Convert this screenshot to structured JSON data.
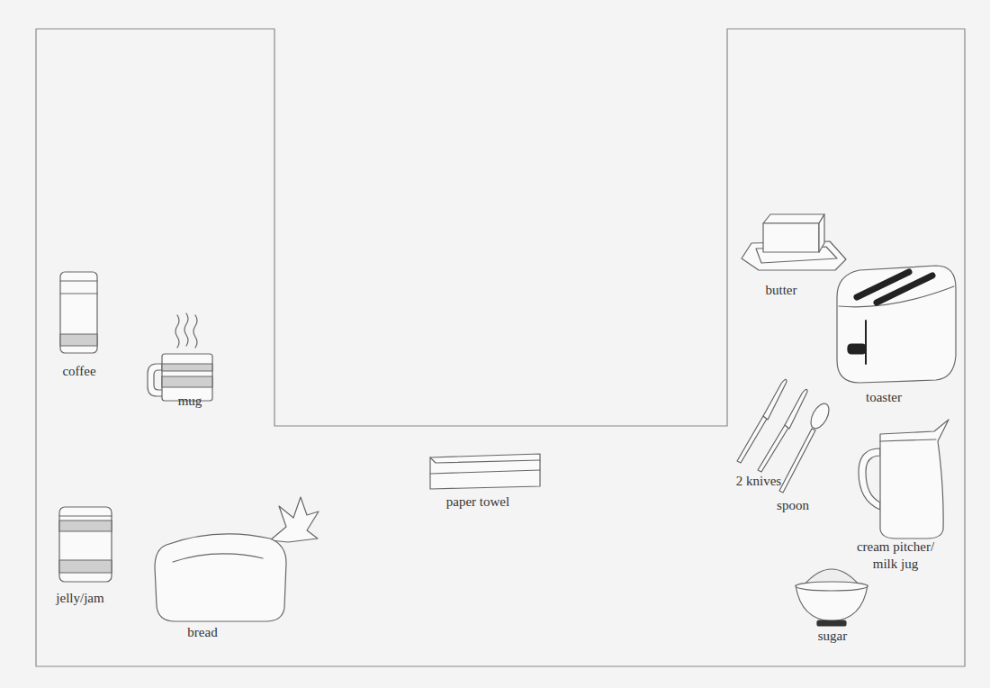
{
  "diagram": {
    "labels": [
      "coffee",
      "mug",
      "jelly/jam",
      "bread",
      "paper towel",
      "butter",
      "toaster",
      "2 knives",
      "spoon",
      "cream pitcher/ milk jug",
      "sugar"
    ]
  }
}
